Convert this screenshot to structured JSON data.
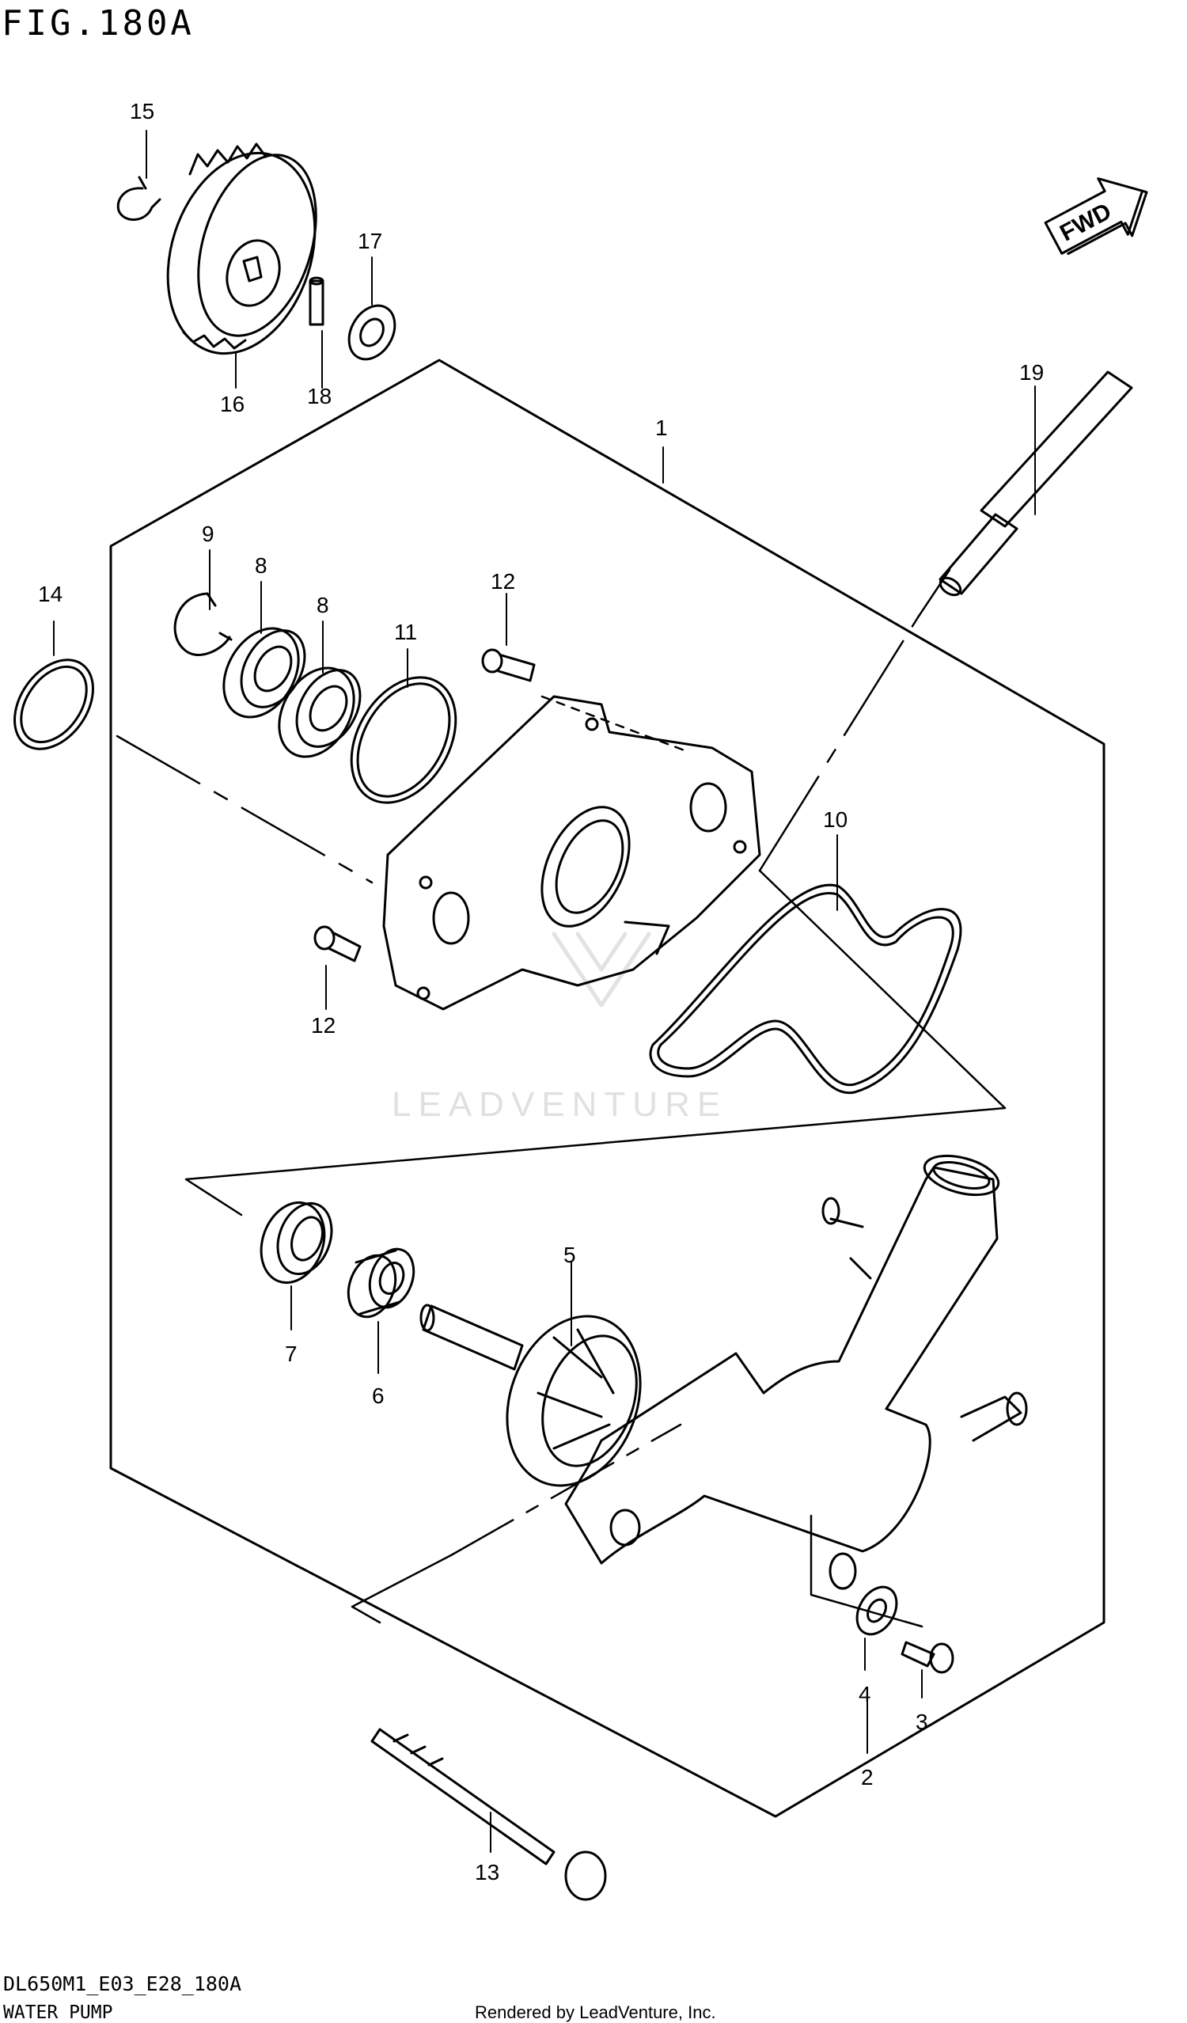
{
  "header": {
    "figure": "FIG.180A"
  },
  "footer": {
    "code": "DL650M1_E03_E28_180A",
    "name": "WATER PUMP",
    "credit": "Rendered by LeadVenture, Inc."
  },
  "watermark": "LEADVENTURE",
  "direction": "FWD",
  "parts": {
    "p1": "1",
    "p2": "2",
    "p3": "3",
    "p4": "4",
    "p5": "5",
    "p6": "6",
    "p7": "7",
    "p8a": "8",
    "p8b": "8",
    "p9": "9",
    "p10": "10",
    "p11": "11",
    "p12a": "12",
    "p12b": "12",
    "p13": "13",
    "p14": "14",
    "p15": "15",
    "p16": "16",
    "p17": "17",
    "p18": "18",
    "p19": "19"
  }
}
